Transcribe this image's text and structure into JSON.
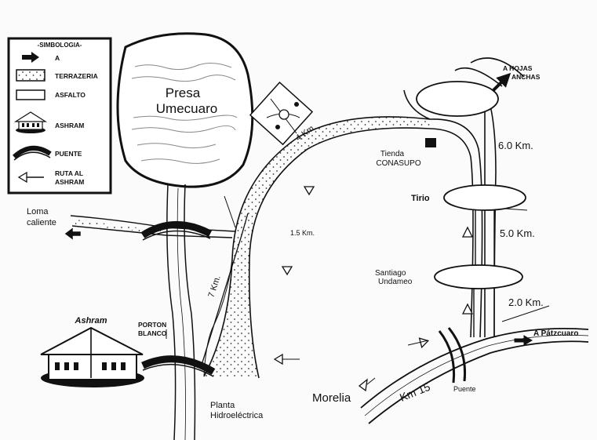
{
  "map": {
    "legend": {
      "title": "-SIMBOLOGIA-",
      "items": [
        {
          "key": "arrow",
          "label": "A"
        },
        {
          "key": "dirt",
          "label": "TERRAZERIA"
        },
        {
          "key": "asphalt",
          "label": "ASFALTO"
        },
        {
          "key": "ashram",
          "label": "ASHRAM"
        },
        {
          "key": "bridge",
          "label": "PUENTE"
        },
        {
          "key": "route",
          "label": "RUTA AL ASHRAM"
        }
      ]
    },
    "labels": {
      "dam_line1": "Presa",
      "dam_line2": "Umecuaro",
      "loma_line1": "Loma",
      "loma_line2": "caliente",
      "ashram": "Ashram",
      "porton_line1": "PORTON",
      "porton_line2": "BLANCO",
      "planta_line1": "Planta",
      "planta_line2": "Hidroeléctrica",
      "km_4": "4 Km.",
      "km_7": "7 Km.",
      "km_1_5": "1.5 Km.",
      "tienda_line1": "Tienda",
      "tienda_line2": "CONASUPO",
      "hojas_line1": "A HOJAS",
      "hojas_line2": "ANCHAS",
      "km_6": "6.0 Km.",
      "tirio": "Tirio",
      "km_5": "5.0 Km.",
      "santiago_line1": "Santiago",
      "santiago_line2": "Undameo",
      "km_2": "2.0 Km.",
      "patzcuaro": "A Pátzcuaro",
      "morelia": "Morelia",
      "km_15": "Km 15",
      "puente": "Puente"
    }
  }
}
